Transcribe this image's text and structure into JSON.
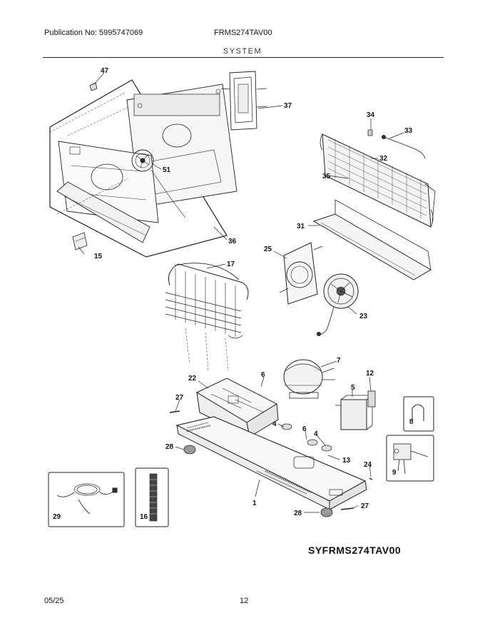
{
  "header": {
    "publication": "Publication No: 5995747069",
    "model": "FRMS274TAV00",
    "section": "SYSTEM"
  },
  "diagram_code": "SYFRMS274TAV00",
  "footer": {
    "date": "05/25",
    "page": "12"
  },
  "callouts": {
    "c47": "47",
    "c37": "37",
    "c34": "34",
    "c33": "33",
    "c32": "32",
    "c35": "35",
    "c51": "51",
    "c31": "31",
    "c36": "36",
    "c15": "15",
    "c25": "25",
    "c17": "17",
    "c23": "23",
    "c7": "7",
    "c22": "22",
    "c6": "6",
    "c12": "12",
    "c5": "5",
    "c27a": "27",
    "c4a": "4",
    "c6b": "6",
    "c4b": "4",
    "c8": "8",
    "c28a": "28",
    "c13": "13",
    "c9": "9",
    "c24": "24",
    "c1": "1",
    "c29": "29",
    "c16": "16",
    "c28b": "28",
    "c27b": "27"
  }
}
